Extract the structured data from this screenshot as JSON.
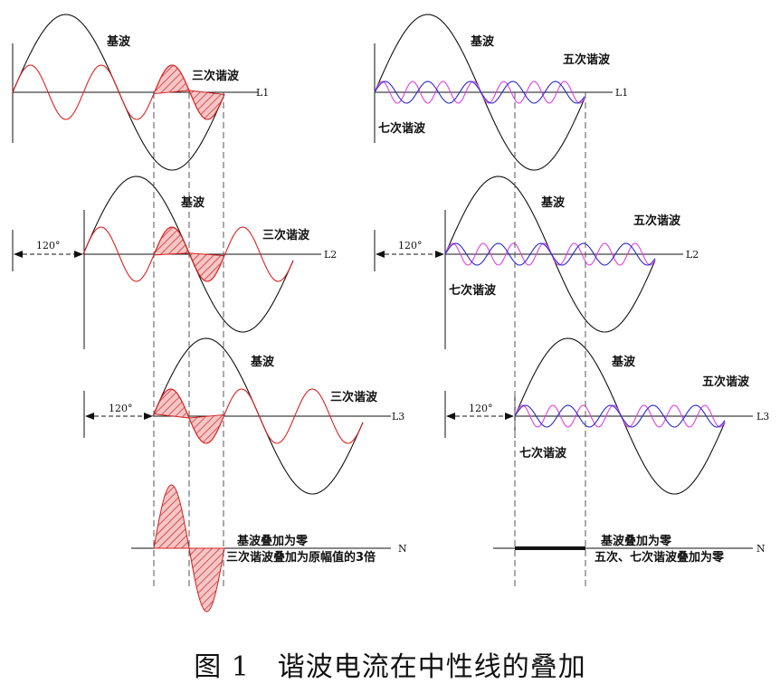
{
  "labels": {
    "fundamental": "基波",
    "third": "三次谐波",
    "fifth": "五次谐波",
    "seventh": "七次谐波",
    "deg120": "120°",
    "L1": "L1",
    "L2": "L2",
    "L3": "L3",
    "N": "N",
    "left_n_line1": "基波叠加为零",
    "left_n_line2": "三次谐波叠加为原幅值的3倍",
    "right_n_line1": "基波叠加为零",
    "right_n_line2": "五次、七次谐波叠加为零"
  },
  "caption": "图 1　谐波电流在中性线的叠加",
  "colors": {
    "fundamental": "#111111",
    "third": "#e02020",
    "hatch": "#d02020",
    "fifth": "#2a2acc",
    "seventh": "#e040e0"
  }
}
